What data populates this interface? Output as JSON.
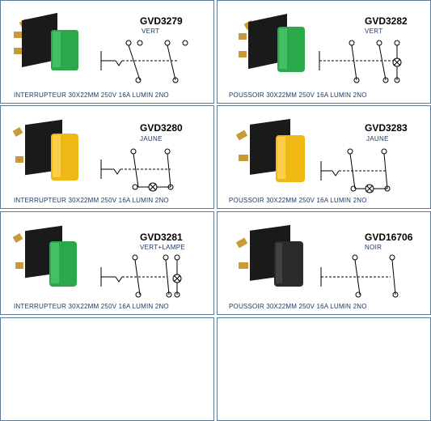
{
  "products": [
    {
      "code": "GVD3279",
      "color": "VERT",
      "caption": "INTERRUPTEUR 30X22MM 250V 16A LUMIN 2NO",
      "cap_hex": "#2aa84a",
      "schematic": "interrupteur"
    },
    {
      "code": "GVD3282",
      "color": "VERT",
      "caption": "POUSSOIR 30X22MM 250V 16A LUMIN 2NO",
      "cap_hex": "#2aa84a",
      "schematic": "poussoir-lamp-center"
    },
    {
      "code": "GVD3280",
      "color": "JAUNE",
      "caption": "INTERRUPTEUR 30X22MM 250V 16A LUMIN 2NO",
      "cap_hex": "#f0b814",
      "schematic": "interrupteur-lamp-center"
    },
    {
      "code": "GVD3283",
      "color": "JAUNE",
      "caption": "POUSSOIR 30X22MM 250V 16A LUMIN 2NO",
      "cap_hex": "#f0b814",
      "schematic": "poussoir-lamp-center"
    },
    {
      "code": "GVD3281",
      "color": "VERT+LAMPE",
      "caption": "INTERRUPTEUR 30X22MM 250V 16A LUMIN 2NO",
      "cap_hex": "#2aa84a",
      "schematic": "interrupteur-lamp-right"
    },
    {
      "code": "GVD16706",
      "color": "NOIR",
      "caption": "POUSSOIR 30X22MM 250V 16A LUMIN 2NO",
      "cap_hex": "#2a2a2a",
      "schematic": "poussoir"
    }
  ]
}
